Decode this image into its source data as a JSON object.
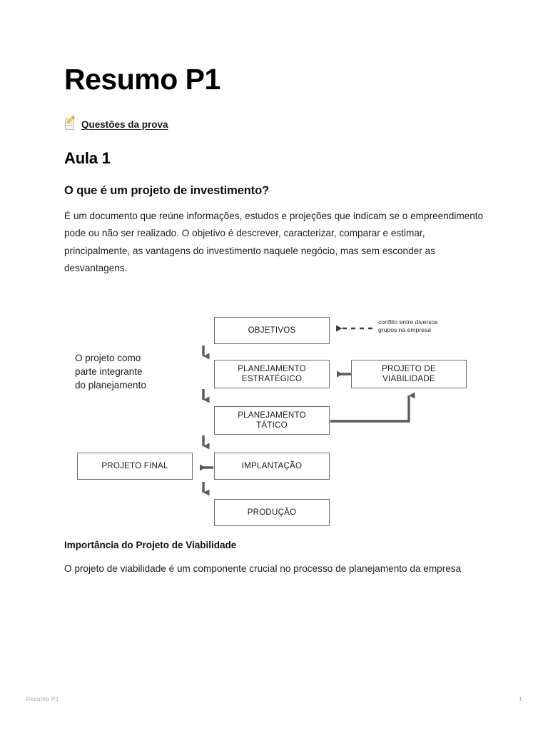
{
  "document": {
    "title": "Resumo P1",
    "link": {
      "icon": "memo-icon",
      "label": "Questões da prova"
    },
    "sections": [
      {
        "heading": "Aula 1",
        "subheading": "O que é um projeto de investimento?",
        "paragraph": "É um documento que reúne informações, estudos e projeções que indicam se o empreendimento pode ou não ser realizado. O objetivo é descrever, caracterizar, comparar e estimar, principalmente, as vantagens do investimento naquele negócio, mas sem esconder as desvantagens."
      }
    ],
    "closing": {
      "heading": "Importância do Projeto de Viabilidade",
      "paragraph": "O projeto de viabilidade é um componente crucial no processo de planejamento da empresa"
    }
  },
  "diagram": {
    "caption": "O projeto como\nparte integrante\ndo planejamento",
    "annotation": "conflito entre diversos\ngrupos na empresa",
    "boxes": [
      {
        "id": "objetivos",
        "label": "OBJETIVOS"
      },
      {
        "id": "estrategico",
        "label": "PLANEJAMENTO\nESTRATÉGICO"
      },
      {
        "id": "viabilidade",
        "label": "PROJETO DE\nVIABILIDADE"
      },
      {
        "id": "tatico",
        "label": "PLANEJAMENTO\nTÁTICO"
      },
      {
        "id": "final",
        "label": "PROJETO FINAL"
      },
      {
        "id": "implantacao",
        "label": "IMPLANTAÇÃO"
      },
      {
        "id": "producao",
        "label": "PRODUÇÃO"
      }
    ],
    "colors": {
      "box_border": "#6d6d6d",
      "connector": "#5a5a5a",
      "text": "#1c1c1c"
    }
  },
  "footer": {
    "left": "Resumo P1",
    "page": "1"
  }
}
